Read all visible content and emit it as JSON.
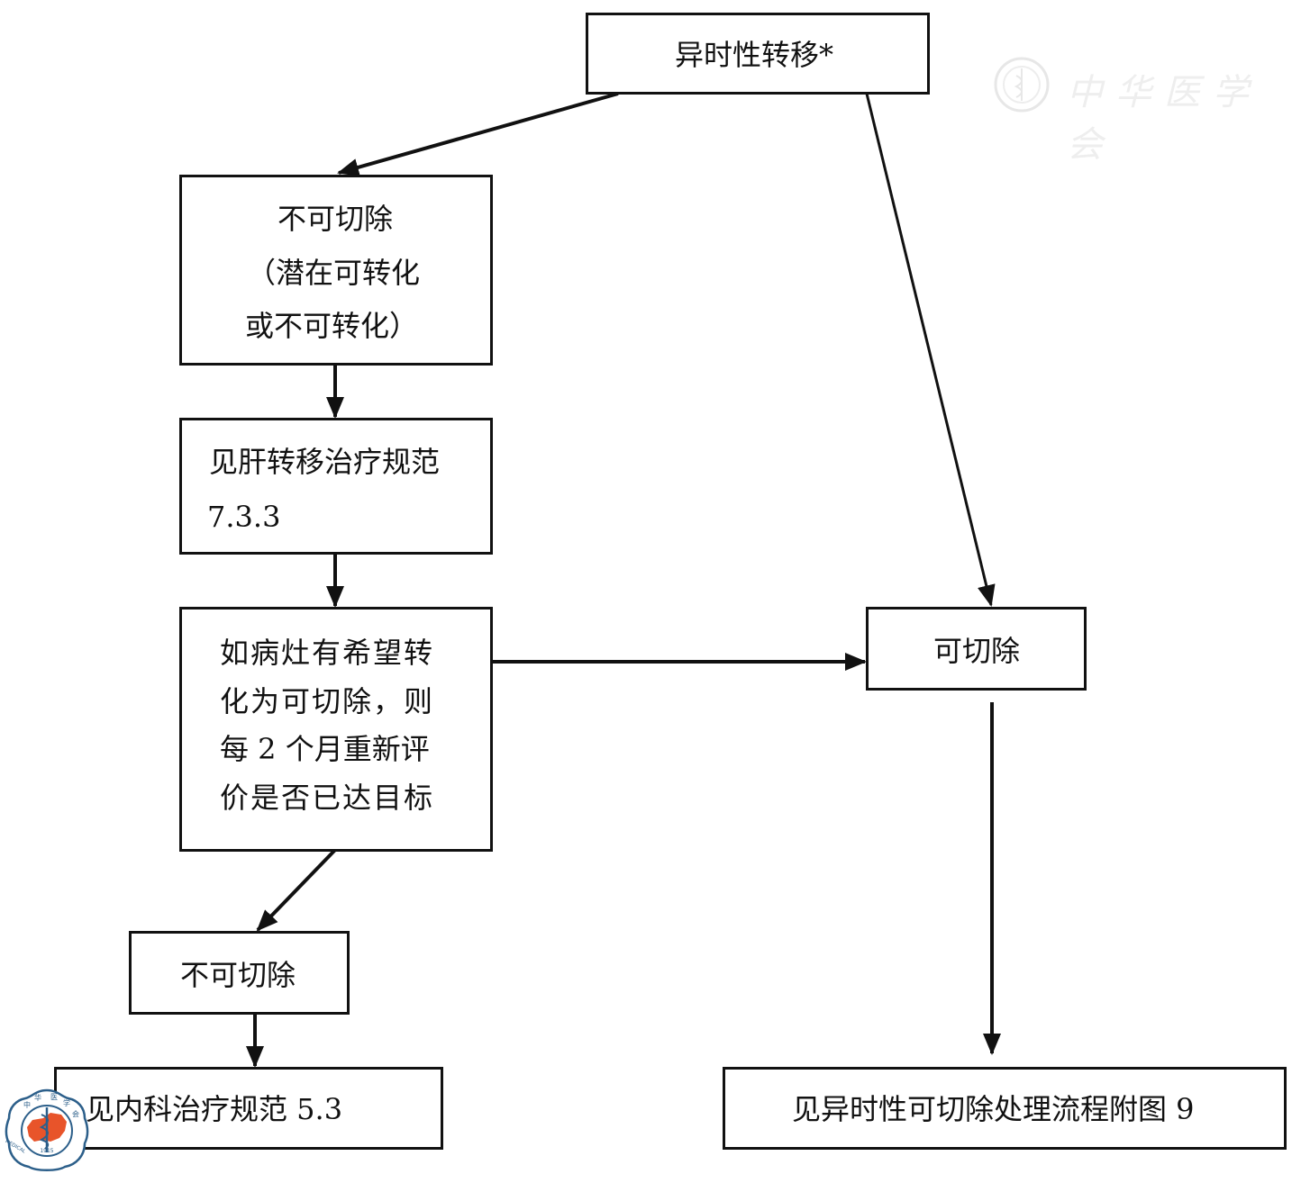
{
  "diagram": {
    "type": "flowchart",
    "nodes": {
      "root": {
        "id": "metachronous",
        "label": "异时性转移*"
      },
      "unresectable_initial": {
        "id": "unresectable-initial",
        "lines": [
          "不可切除",
          "（潜在可转化",
          "或不可转化）"
        ]
      },
      "liver_guideline": {
        "id": "liver-guideline",
        "lines": [
          "见肝转移治疗规范",
          "7.3.3"
        ]
      },
      "reassess": {
        "id": "reassess",
        "lines": [
          "如病灶有希望转",
          "化为可切除，则",
          "每 2 个月重新评",
          "价是否已达目标"
        ]
      },
      "unresectable_final": {
        "id": "unresectable-final",
        "label": "不可切除"
      },
      "medical_guideline": {
        "id": "medical-guideline",
        "label": "见内科治疗规范 5.3"
      },
      "resectable": {
        "id": "resectable",
        "label": "可切除"
      },
      "resectable_flow": {
        "id": "resectable-flow",
        "label": "见异时性可切除处理流程附图 9"
      }
    },
    "edges": [
      {
        "from": "metachronous",
        "to": "unresectable-initial"
      },
      {
        "from": "metachronous",
        "to": "resectable"
      },
      {
        "from": "unresectable-initial",
        "to": "liver-guideline"
      },
      {
        "from": "liver-guideline",
        "to": "reassess"
      },
      {
        "from": "reassess",
        "to": "resectable"
      },
      {
        "from": "reassess",
        "to": "unresectable-final"
      },
      {
        "from": "unresectable-final",
        "to": "medical-guideline"
      },
      {
        "from": "resectable",
        "to": "resectable-flow"
      }
    ]
  },
  "watermark": {
    "text": "中华医学会",
    "icon": "chinese-medical-association-seal-icon"
  },
  "logo": {
    "top_text": "中华医学会",
    "bottom_text": "CHINESE MEDICAL ASSOCIATION",
    "year": "1915"
  },
  "colors": {
    "line": "#111111",
    "logo_map": "#e8542a",
    "logo_ring": "#2c5f8a",
    "watermark": "#cfcfcf"
  }
}
